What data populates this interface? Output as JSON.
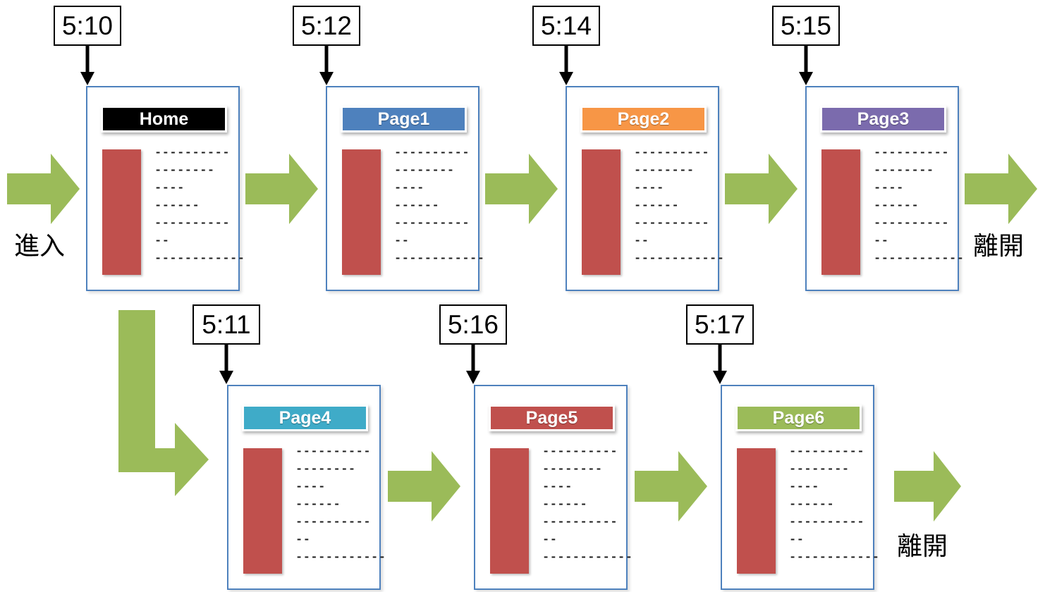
{
  "diagram": {
    "title": "Page navigation flow with timestamps",
    "colors": {
      "card_border": "#4E81BD",
      "bar": "#C0504D",
      "arrow_green": "#9BBB59",
      "callout_border": "#000000"
    },
    "line_lengths": [
      10,
      8,
      4,
      6,
      10,
      2,
      12
    ],
    "dash_char": "-"
  },
  "captions": {
    "enter": "進入",
    "exit_top": "離開",
    "exit_bottom": "離開"
  },
  "timestamps": [
    {
      "id": "t-home",
      "label": "5:10"
    },
    {
      "id": "t-page1",
      "label": "5:12"
    },
    {
      "id": "t-page2",
      "label": "5:14"
    },
    {
      "id": "t-page3",
      "label": "5:15"
    },
    {
      "id": "t-page4",
      "label": "5:11"
    },
    {
      "id": "t-page5",
      "label": "5:16"
    },
    {
      "id": "t-page6",
      "label": "5:17"
    }
  ],
  "cards": [
    {
      "id": "home",
      "title": "Home",
      "title_color": "#000000",
      "time": "5:10"
    },
    {
      "id": "page1",
      "title": "Page1",
      "title_color": "#4E81BD",
      "time": "5:12"
    },
    {
      "id": "page2",
      "title": "Page2",
      "title_color": "#F79646",
      "time": "5:14"
    },
    {
      "id": "page3",
      "title": "Page3",
      "title_color": "#7B6BAD",
      "time": "5:15"
    },
    {
      "id": "page4",
      "title": "Page4",
      "title_color": "#3FABC8",
      "time": "5:11"
    },
    {
      "id": "page5",
      "title": "Page5",
      "title_color": "#C0504D",
      "time": "5:16"
    },
    {
      "id": "page6",
      "title": "Page6",
      "title_color": "#9BBB59",
      "time": "5:17"
    }
  ]
}
